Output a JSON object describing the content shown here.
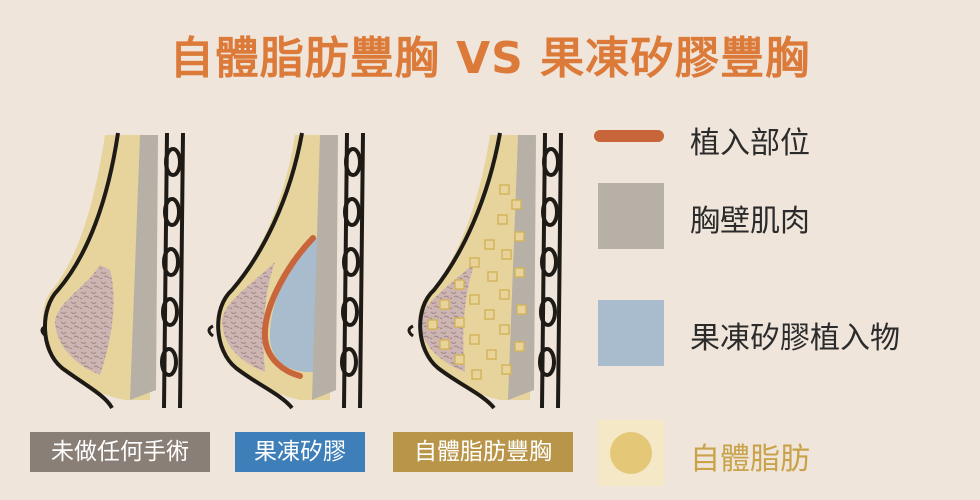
{
  "title": "自體脂肪豐胸 VS 果凍矽膠豐胸",
  "legend": [
    {
      "label": "植入部位",
      "color": "#c8653a"
    },
    {
      "label": "胸壁肌肉",
      "color": "#b7b0a6"
    },
    {
      "label": "果凍矽膠植入物",
      "color": "#a9bccd"
    },
    {
      "label": "自體脂肪",
      "color": "#e4c878"
    }
  ],
  "captions": [
    {
      "label": "未做任何手術",
      "color": "#8a7f77"
    },
    {
      "label": "果凍矽膠",
      "color": "#3f7fb9"
    },
    {
      "label": "自體脂肪豐胸",
      "color": "#b9954a"
    }
  ],
  "colors": {
    "background": "#efe5da",
    "breast_skin": "#e6d49c",
    "gland": "#c9b2b4",
    "outline": "#1e1a16",
    "implant_line": "#c8653a",
    "muscle": "#b7b0a6",
    "implant": "#a9bccd",
    "fat": "#e4c878"
  }
}
